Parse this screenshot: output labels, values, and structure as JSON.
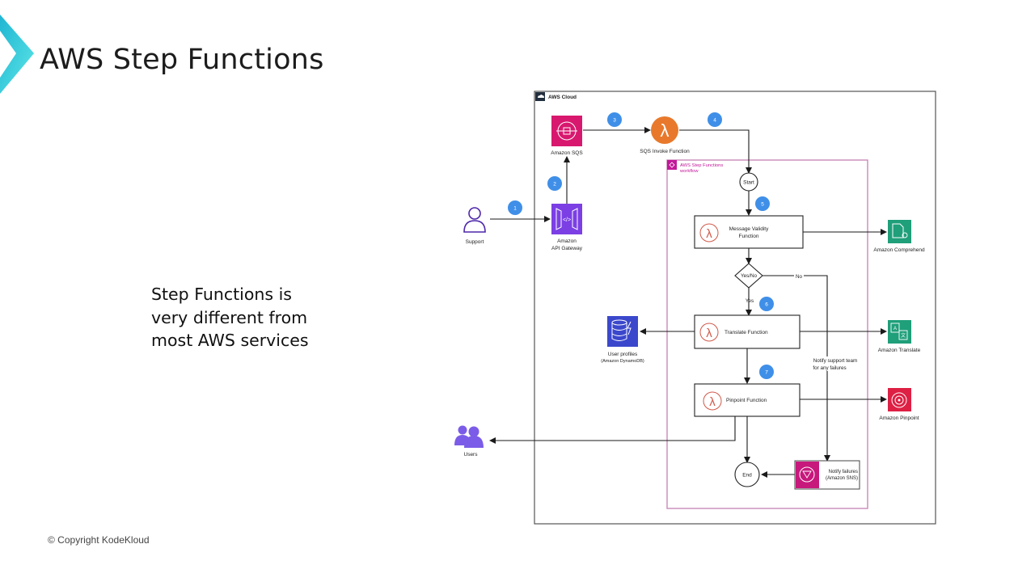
{
  "slide": {
    "title": "AWS Step Functions",
    "body_lines": [
      "Step Functions is",
      "very different from",
      "most AWS services"
    ],
    "copyright": "© Copyright KodeKloud"
  },
  "colors": {
    "accent_chevron": "#2ec8d8",
    "step_badge": "#3f8fe8",
    "workflow_border": "#c2189a",
    "sqs": "#d8186e",
    "lambda_orange": "#e8792c",
    "api_gateway": "#7b3fe4",
    "dynamodb": "#3b48cc",
    "comprehend": "#1f9f7a",
    "pinpoint": "#dd2044",
    "sns": "#c7187c",
    "users": "#7b5ce8"
  },
  "diagram": {
    "cloud_label": "AWS Cloud",
    "workflow_label_line1": "AWS Step Functions",
    "workflow_label_line2": "workflow",
    "nodes": {
      "support": "Support",
      "api_gateway_line1": "Amazon",
      "api_gateway_line2": "API Gateway",
      "sqs": "Amazon SQS",
      "sqs_invoke": "SQS Invoke Function",
      "start": "Start",
      "message_validity_line1": "Message Validity",
      "message_validity_line2": "Function",
      "decision": "Yes/No",
      "yes": "Yes",
      "no": "No",
      "translate_fn": "Translate Function",
      "pinpoint_fn": "Pinpoint Function",
      "end": "End",
      "notify_line1": "Notify failures",
      "notify_line2": "(Amazon SNS)",
      "notify_support_line1": "Notify support team",
      "notify_support_line2": "for any failures",
      "comprehend": "Amazon Comprehend",
      "translate": "Amazon Translate",
      "pinpoint": "Amazon Pinpoint",
      "dynamodb_line1": "User profiles",
      "dynamodb_line2": "(Amazon DynamoDB)",
      "users": "Users"
    },
    "steps": [
      "1",
      "2",
      "3",
      "4",
      "5",
      "6",
      "7"
    ]
  }
}
